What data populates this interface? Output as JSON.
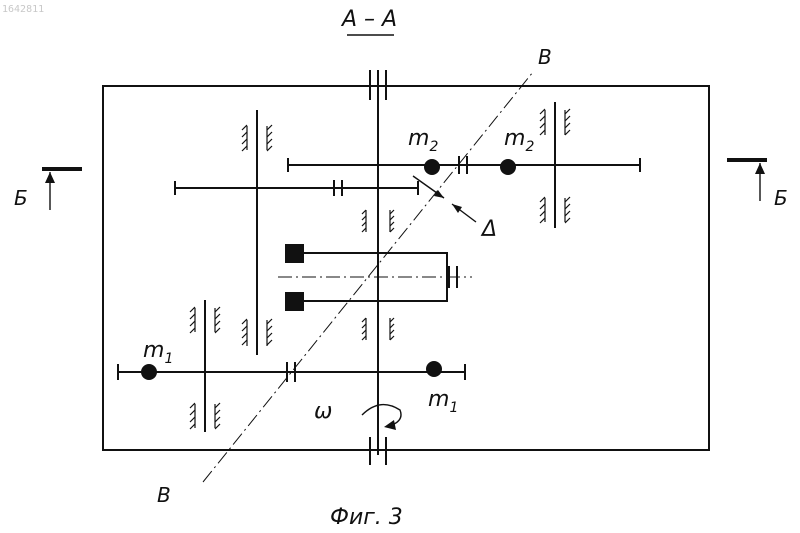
{
  "figure": {
    "id_stamp": "1642811",
    "section_title": "A – A",
    "caption": "Фиг. 3",
    "section_marker_left": "Б",
    "section_marker_right": "Б",
    "plane_label_top": "В",
    "plane_label_bottom": "В",
    "offset_label": "Δ",
    "omega_label": "ω",
    "mass_labels": {
      "m2_left": "m",
      "m2_left_sub": "2",
      "m2_right": "m",
      "m2_right_sub": "2",
      "m1_left": "m",
      "m1_left_sub": "1",
      "m1_right": "m",
      "m1_right_sub": "1"
    }
  },
  "colors": {
    "ink": "#111111",
    "paper": "#ffffff"
  }
}
